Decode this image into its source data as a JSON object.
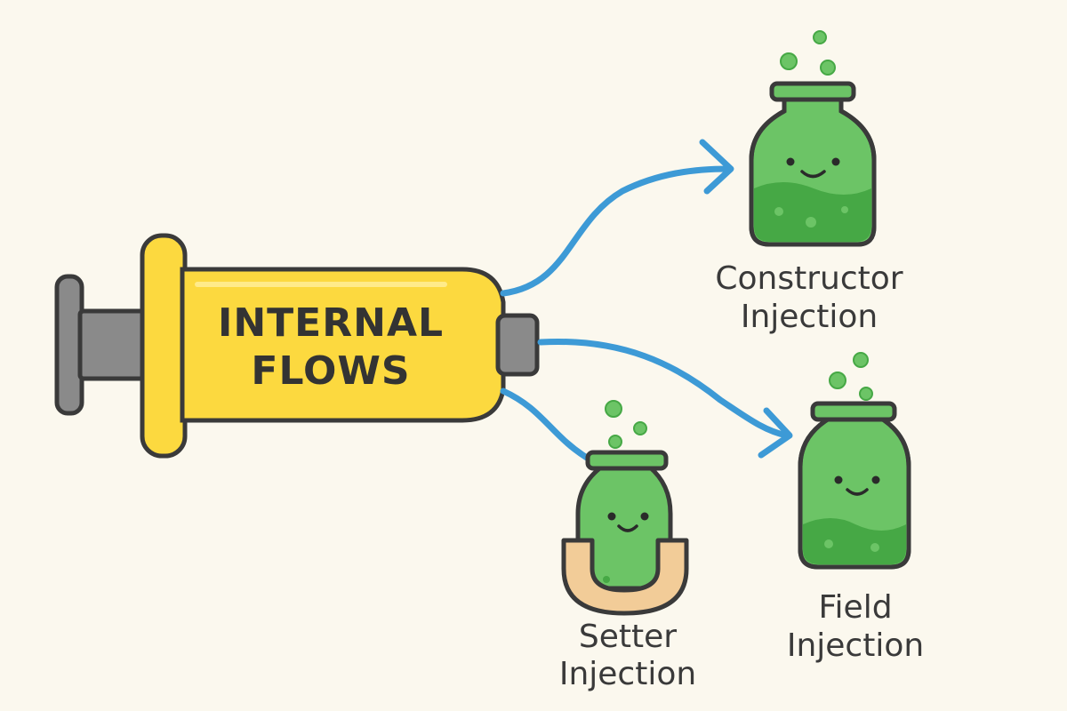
{
  "syringe": {
    "line1": "INTERNAL",
    "line2": "FLOWS"
  },
  "labels": {
    "constructor_line1": "Constructor",
    "constructor_line2": "Injection",
    "setter_line1": "Setter",
    "setter_line2": "Injection",
    "field_line1": "Field",
    "field_line2": "Injection"
  },
  "colors": {
    "background": "#fbf8ee",
    "syringe_barrel": "#fcd93f",
    "syringe_metal": "#8a8a8a",
    "arrow": "#3d9ad6",
    "jar_green": "#6cc466",
    "jar_liquid": "#46a845",
    "outline": "#3a3a3a",
    "holder": "#f2cc98"
  }
}
